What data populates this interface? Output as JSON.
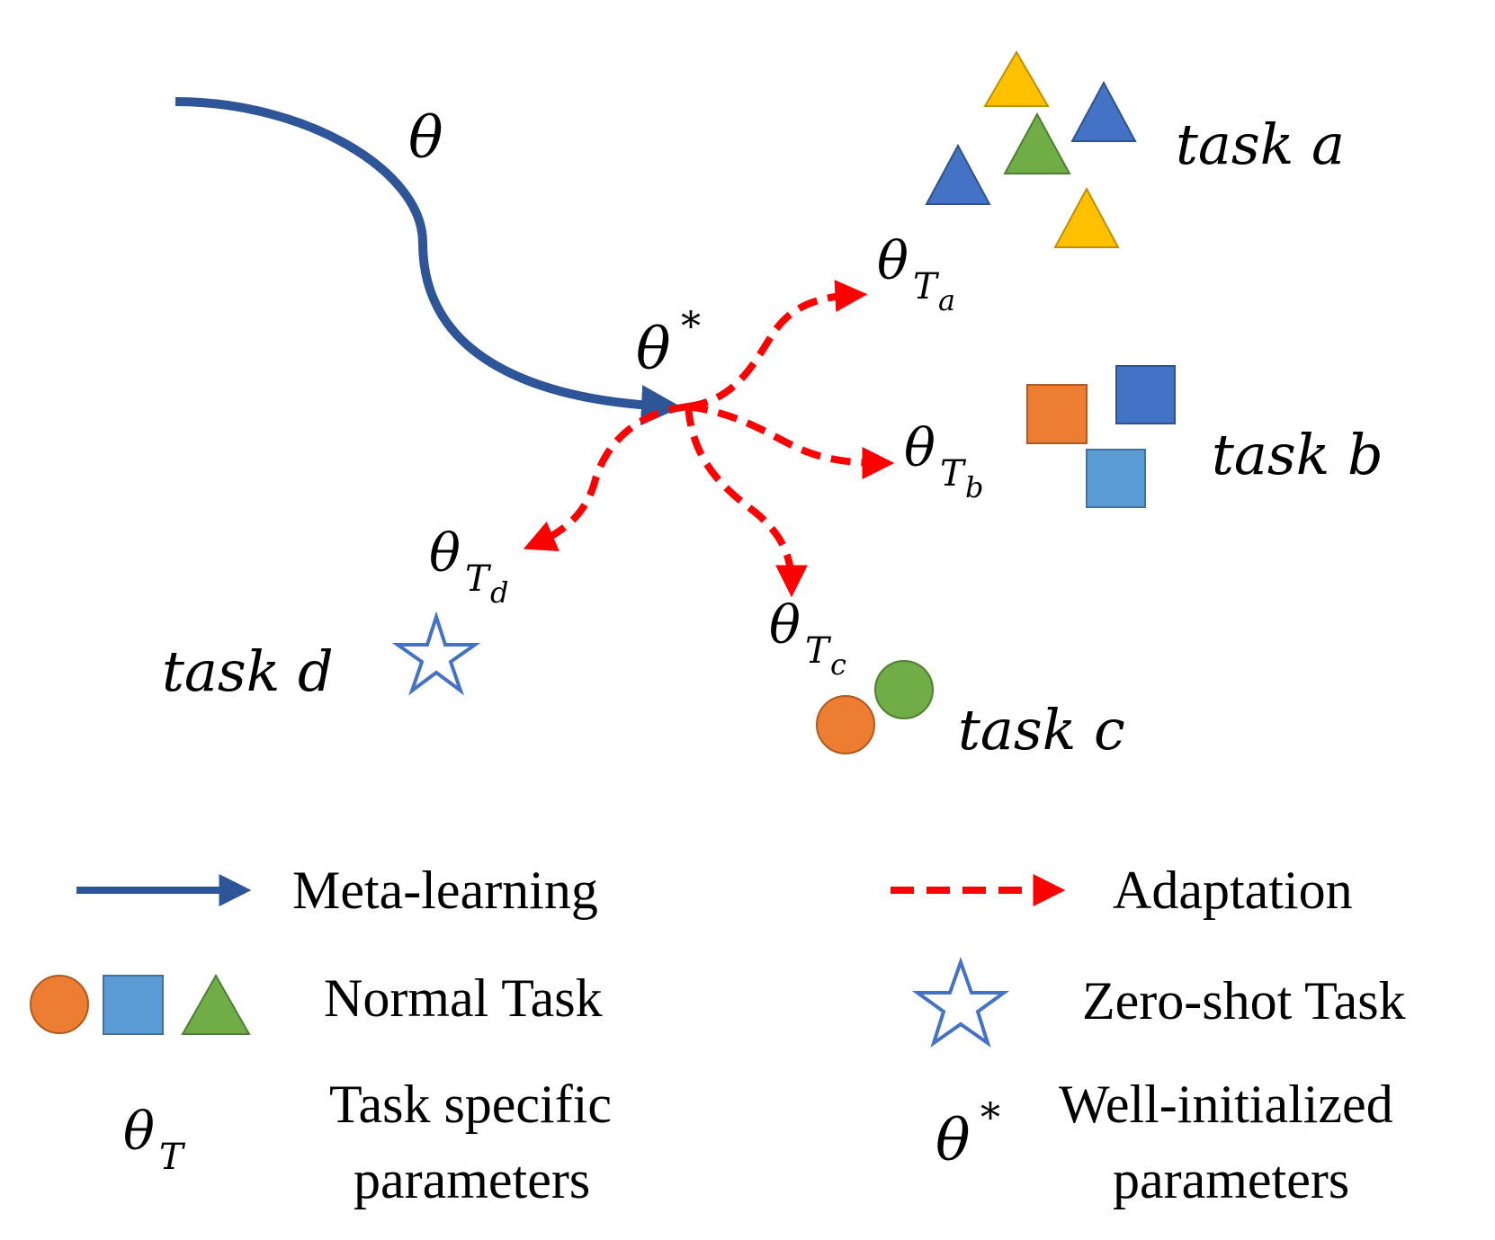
{
  "labels": {
    "theta": "θ",
    "theta_star": "θ",
    "star_sup": "*",
    "theta_Ta": "θ",
    "sub_Ta": "T",
    "subsub_a": "a",
    "theta_Tb": "θ",
    "sub_Tb": "T",
    "subsub_b": "b",
    "theta_Tc": "θ",
    "sub_Tc": "T",
    "subsub_c": "c",
    "theta_Td": "θ",
    "sub_Td": "T",
    "subsub_d": "d"
  },
  "tasks": {
    "a": "task a",
    "b": "task b",
    "c": "task c",
    "d": "task d"
  },
  "legend": {
    "meta_learning": "Meta-learning",
    "adaptation": "Adaptation",
    "normal_task": "Normal Task",
    "zero_shot_task": "Zero-shot Task",
    "task_specific_line1": "Task specific",
    "task_specific_line2": "parameters",
    "theta_T": "θ",
    "theta_T_sub": "T",
    "well_init_line1": "Well-initialized",
    "well_init_line2": "parameters",
    "theta_star": "θ",
    "theta_star_sup": "*"
  },
  "colors": {
    "meta_arrow": "#2E5597",
    "adapt_arrow": "#FF0000",
    "yellow": "#FFC000",
    "blue": "#4472C4",
    "green": "#70AD47",
    "orange": "#ED7D31",
    "light_blue": "#5B9BD5"
  }
}
